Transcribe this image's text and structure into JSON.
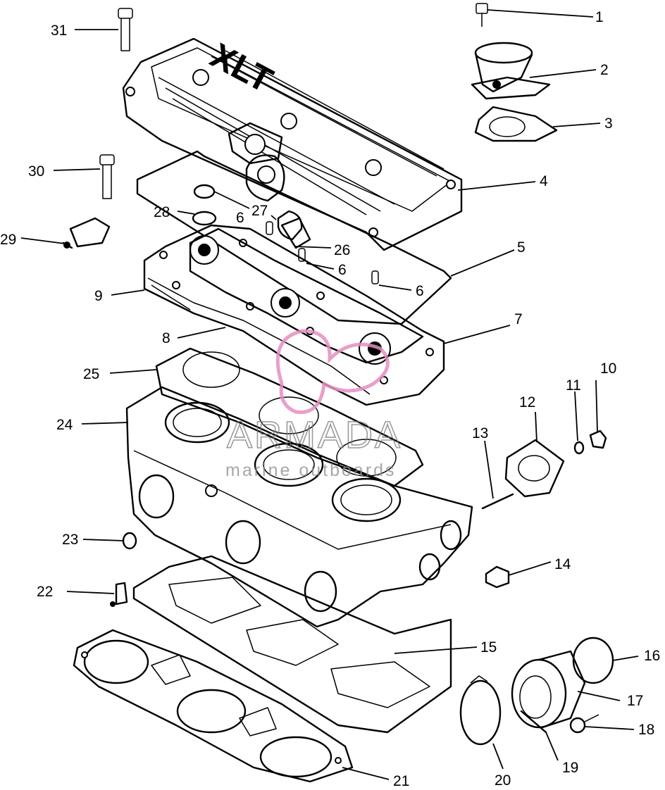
{
  "diagram": {
    "cover_text": "XLT",
    "watermark": {
      "title": "ARMADA",
      "subtitle": "marine outboards",
      "logo_color": "#e58ec0",
      "text_color": "#8a8a8a"
    },
    "callouts": [
      "1",
      "2",
      "3",
      "4",
      "5",
      "6",
      "6",
      "6",
      "7",
      "8",
      "9",
      "10",
      "11",
      "12",
      "13",
      "14",
      "15",
      "16",
      "17",
      "18",
      "19",
      "20",
      "21",
      "22",
      "23",
      "24",
      "25",
      "26",
      "27",
      "28",
      "29",
      "30",
      "31"
    ]
  }
}
